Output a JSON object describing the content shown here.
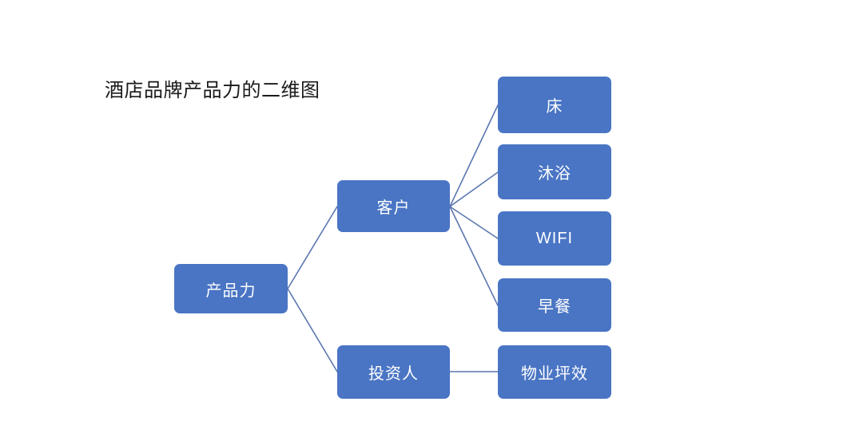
{
  "page": {
    "title": "酒店品牌产品力的二维图",
    "background_color": "#ffffff",
    "title_color": "#1a1a1a"
  },
  "style": {
    "node_fill": "#4a75c4",
    "node_text_color": "#ffffff",
    "edge_color": "#5b77b0"
  },
  "diagram": {
    "type": "tree",
    "root": {
      "id": "root",
      "label": "产品力"
    },
    "level2": [
      {
        "id": "customer",
        "label": "客户"
      },
      {
        "id": "investor",
        "label": "投资人"
      }
    ],
    "level3": [
      {
        "id": "bed",
        "label": "床",
        "parent": "customer"
      },
      {
        "id": "bath",
        "label": "沐浴",
        "parent": "customer"
      },
      {
        "id": "wifi",
        "label": "WIFI",
        "parent": "customer"
      },
      {
        "id": "breakfast",
        "label": "早餐",
        "parent": "customer"
      },
      {
        "id": "yield",
        "label": "物业坪效",
        "parent": "investor"
      }
    ]
  }
}
